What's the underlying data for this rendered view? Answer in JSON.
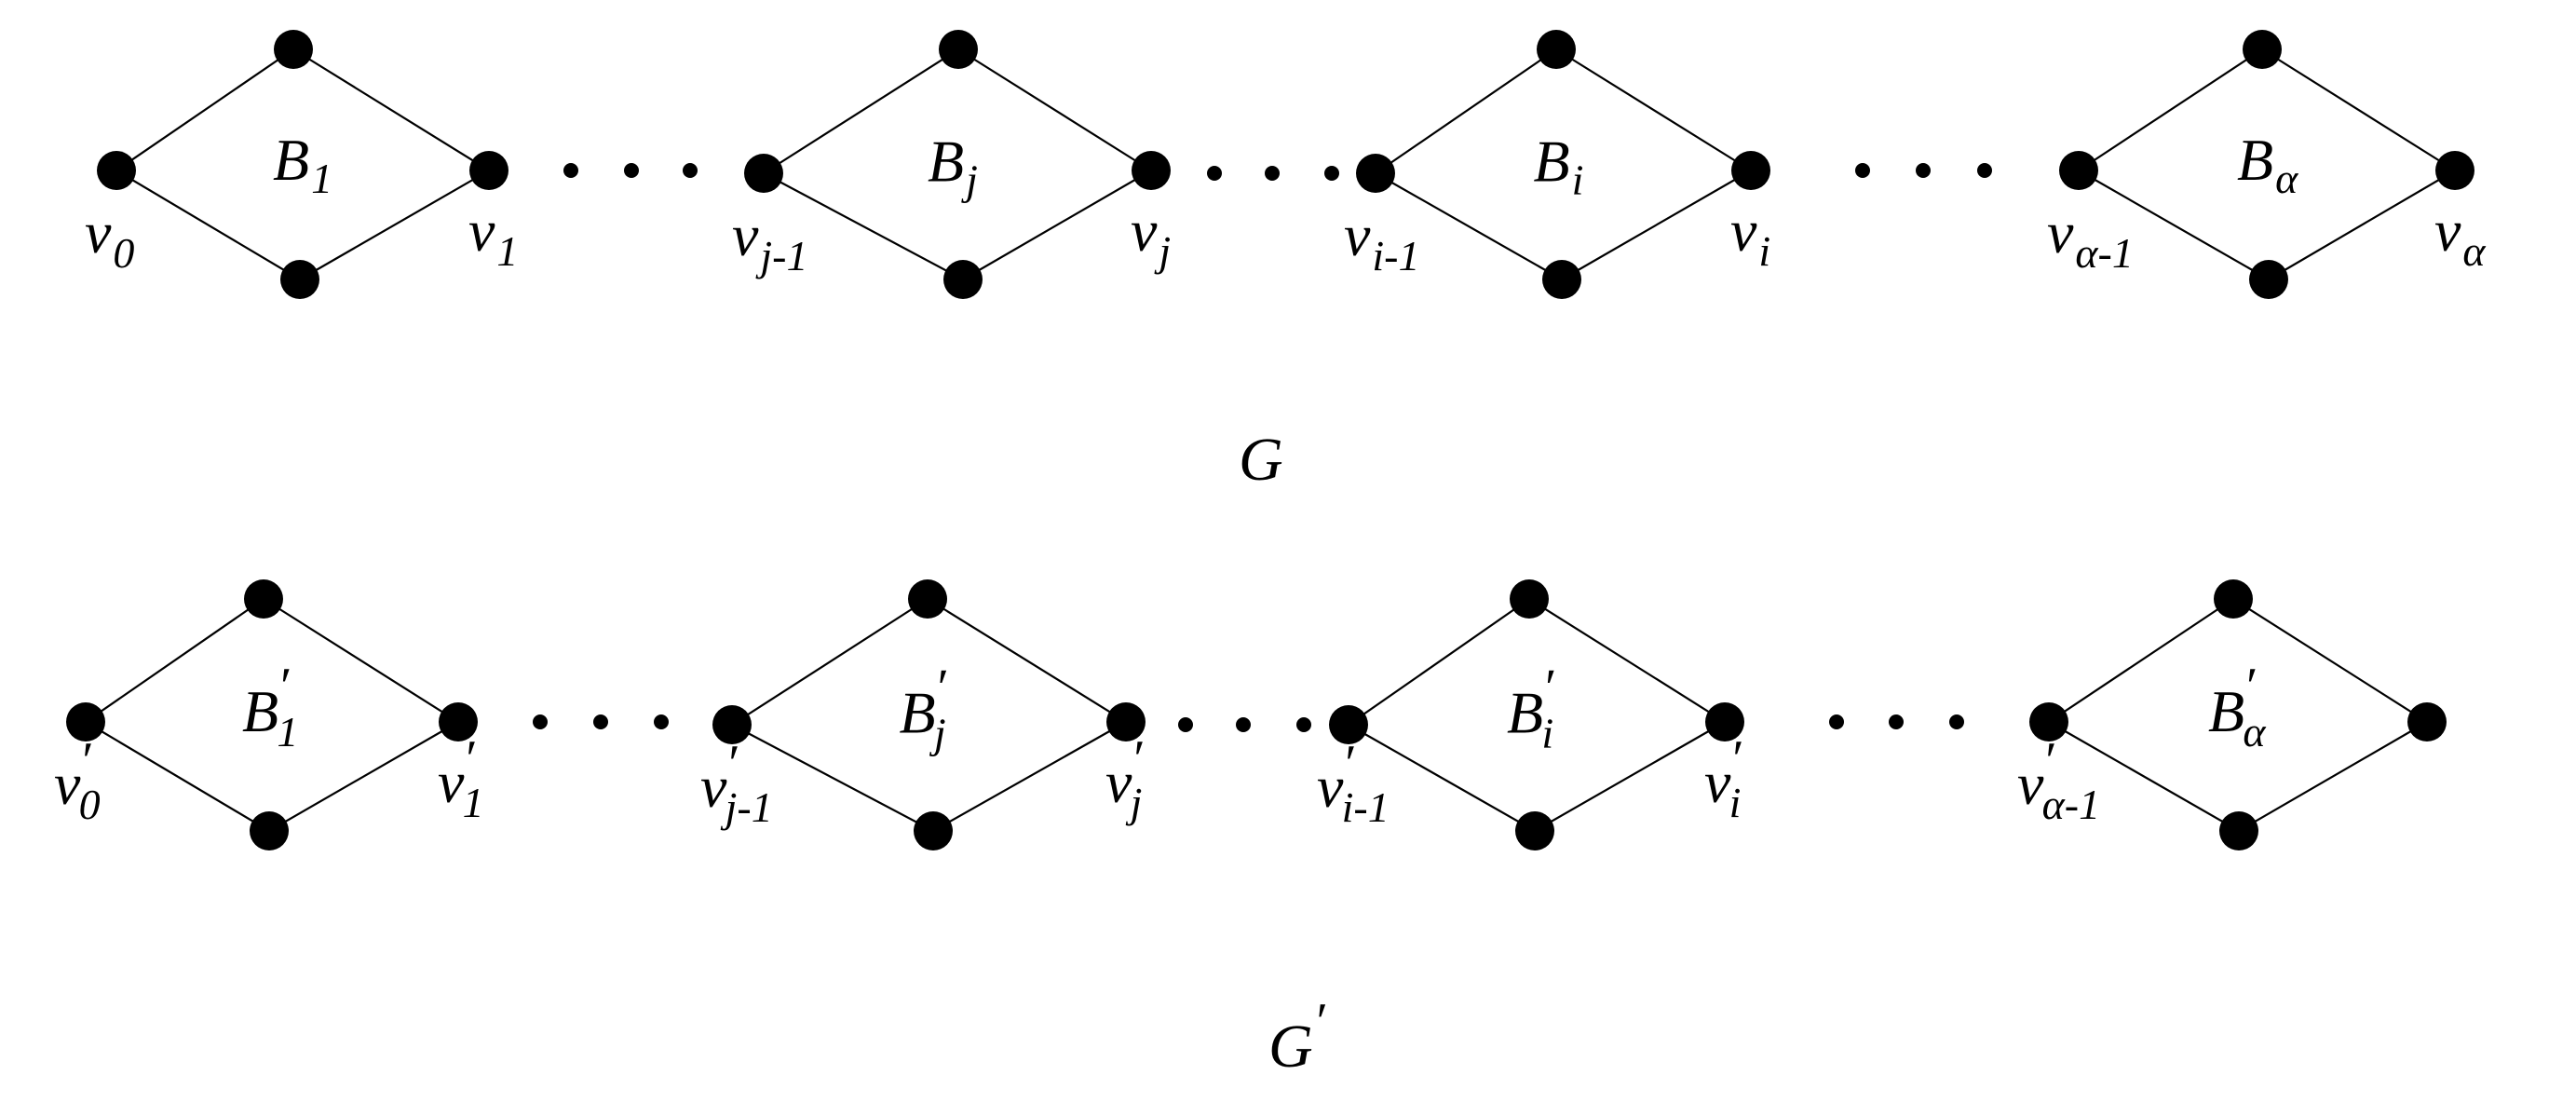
{
  "graphs": [
    {
      "caption": "G",
      "blocks": [
        {
          "label": "B",
          "label_sub": "1",
          "label_prime": "",
          "left": "v",
          "left_sub": "0",
          "left_prime": "",
          "right": "v",
          "right_sub": "1",
          "right_prime": ""
        },
        {
          "label": "B",
          "label_sub": "j",
          "label_prime": "",
          "left": "v",
          "left_sub": "j-1",
          "left_prime": "",
          "right": "v",
          "right_sub": "j",
          "right_prime": ""
        },
        {
          "label": "B",
          "label_sub": "i",
          "label_prime": "",
          "left": "v",
          "left_sub": "i-1",
          "left_prime": "",
          "right": "v",
          "right_sub": "i",
          "right_prime": ""
        },
        {
          "label": "B",
          "label_sub": "α",
          "label_prime": "",
          "left": "v",
          "left_sub": "α-1",
          "left_prime": "",
          "right": "v",
          "right_sub": "α",
          "right_prime": ""
        }
      ]
    },
    {
      "caption": "G",
      "caption_prime": "′",
      "blocks": [
        {
          "label": "B",
          "label_sub": "1",
          "label_prime": "′",
          "left": "v",
          "left_sub": "0",
          "left_prime": "′",
          "right": "v",
          "right_sub": "1",
          "right_prime": "′"
        },
        {
          "label": "B",
          "label_sub": "j",
          "label_prime": "′",
          "left": "v",
          "left_sub": "j-1",
          "left_prime": "′",
          "right": "v",
          "right_sub": "j",
          "right_prime": "′"
        },
        {
          "label": "B",
          "label_sub": "i",
          "label_prime": "′",
          "left": "v",
          "left_sub": "i-1",
          "left_prime": "′",
          "right": "v",
          "right_sub": "i",
          "right_prime": "′"
        },
        {
          "label": "B",
          "label_sub": "α",
          "label_prime": "′",
          "left": "v",
          "left_sub": "α-1",
          "left_prime": "′",
          "right": "",
          "right_sub": "",
          "right_prime": ""
        }
      ]
    }
  ],
  "colors": {
    "ink": "#000000",
    "background": "#ffffff"
  }
}
